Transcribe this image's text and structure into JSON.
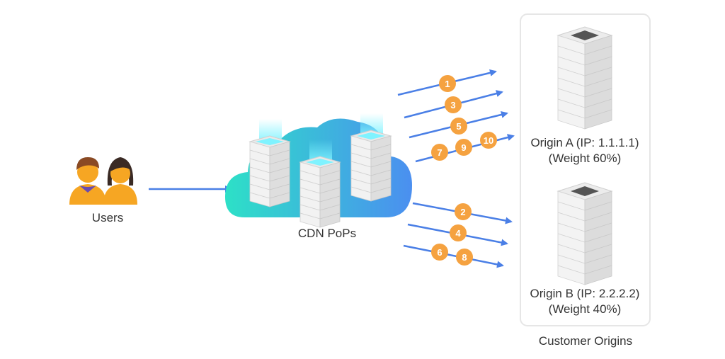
{
  "labels": {
    "users": "Users",
    "cdn": "CDN PoPs",
    "origin_a_line1": "Origin A (IP: 1.1.1.1)",
    "origin_a_line2": "(Weight 60%)",
    "origin_b_line1": "Origin B (IP: 2.2.2.2)",
    "origin_b_line2": "(Weight 40%)",
    "customer_origins": "Customer Origins"
  },
  "requests_to_origin_a": [
    "1",
    "3",
    "5",
    "7",
    "9",
    "10"
  ],
  "requests_to_origin_b": [
    "2",
    "4",
    "6",
    "8"
  ],
  "colors": {
    "arrow": "#4a7fe6",
    "badge": "#f5a240",
    "cloud_left": "#2de0c7",
    "cloud_right": "#4b8ff0",
    "user_skin": "#f6a623",
    "panel_border": "#e6e6e6"
  },
  "icons": [
    "users-icon",
    "cloud-icon",
    "server-icon"
  ]
}
